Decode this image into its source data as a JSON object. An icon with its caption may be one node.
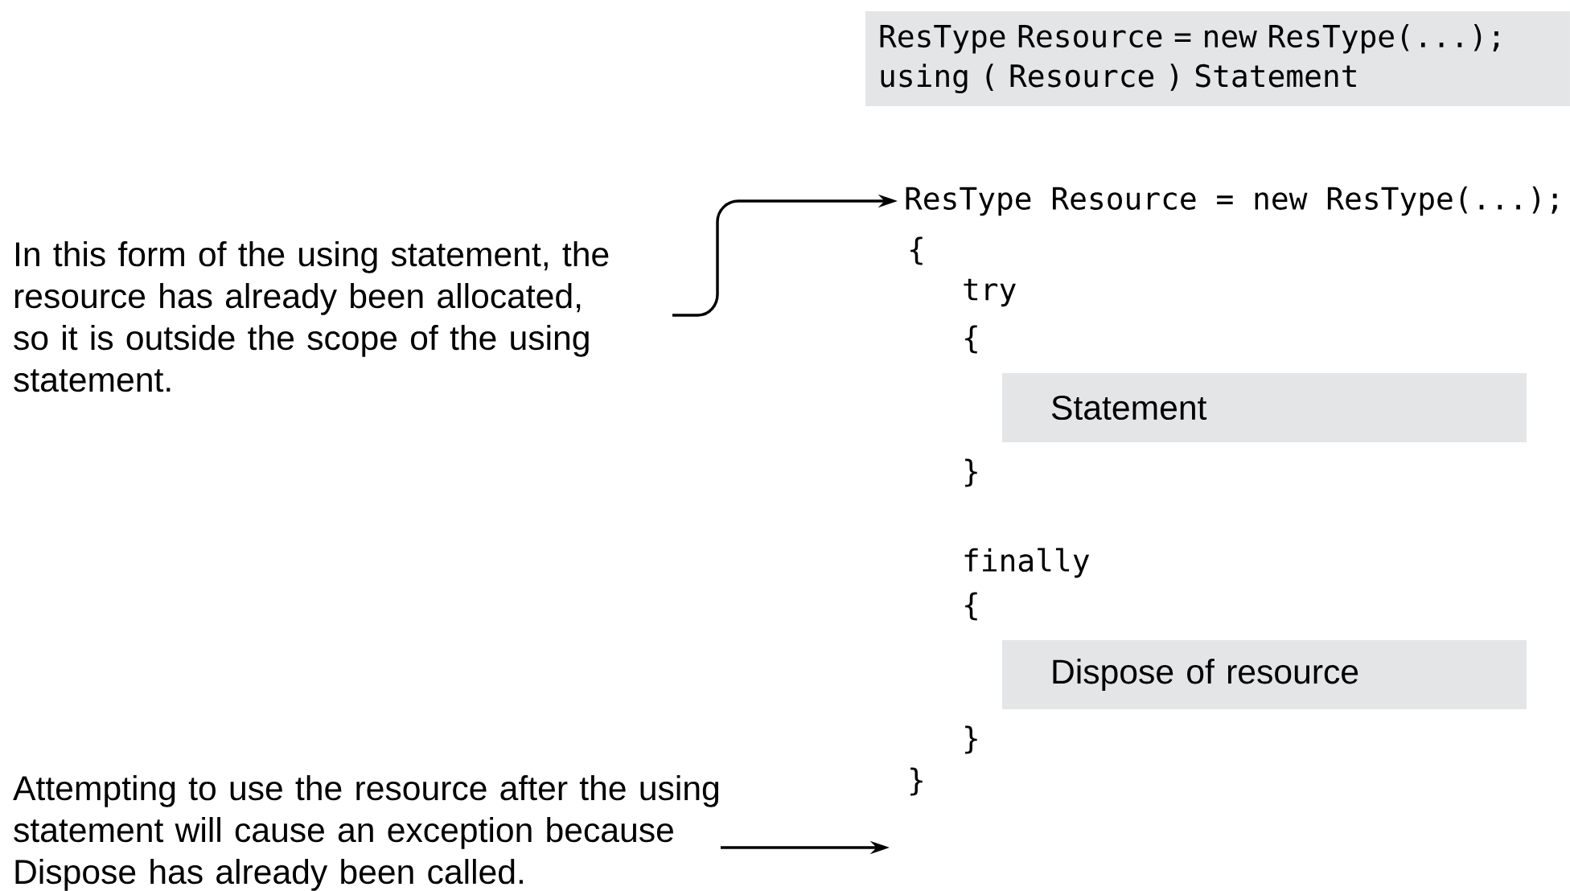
{
  "diagram": {
    "nodes": [
      {
        "text": [
          "ResType Resource = new ResType(...);",
          "using ( Resource ) Statement"
        ]
      },
      {
        "text": [
          "In this form of the using statement, the resource has already been allocated, so it is outside the scope of the using statement."
        ]
      },
      {
        "text": [
          "ResType Resource = new ResType(...);"
        ]
      },
      {
        "text": [
          "Statement"
        ]
      },
      {
        "text": [
          "Dispose of resource"
        ]
      },
      {
        "text": [
          "Attempting to use the resource after the using statement will cause an exception because Dispose has already been called."
        ]
      }
    ],
    "edges": [
      {
        "from": 1,
        "to": 2,
        "arrow": "to"
      },
      {
        "from": 5,
        "to": null,
        "arrow": "to"
      }
    ],
    "labels": [
      "{",
      "try",
      "{",
      "}",
      "finally",
      "{",
      "}",
      "}"
    ]
  }
}
